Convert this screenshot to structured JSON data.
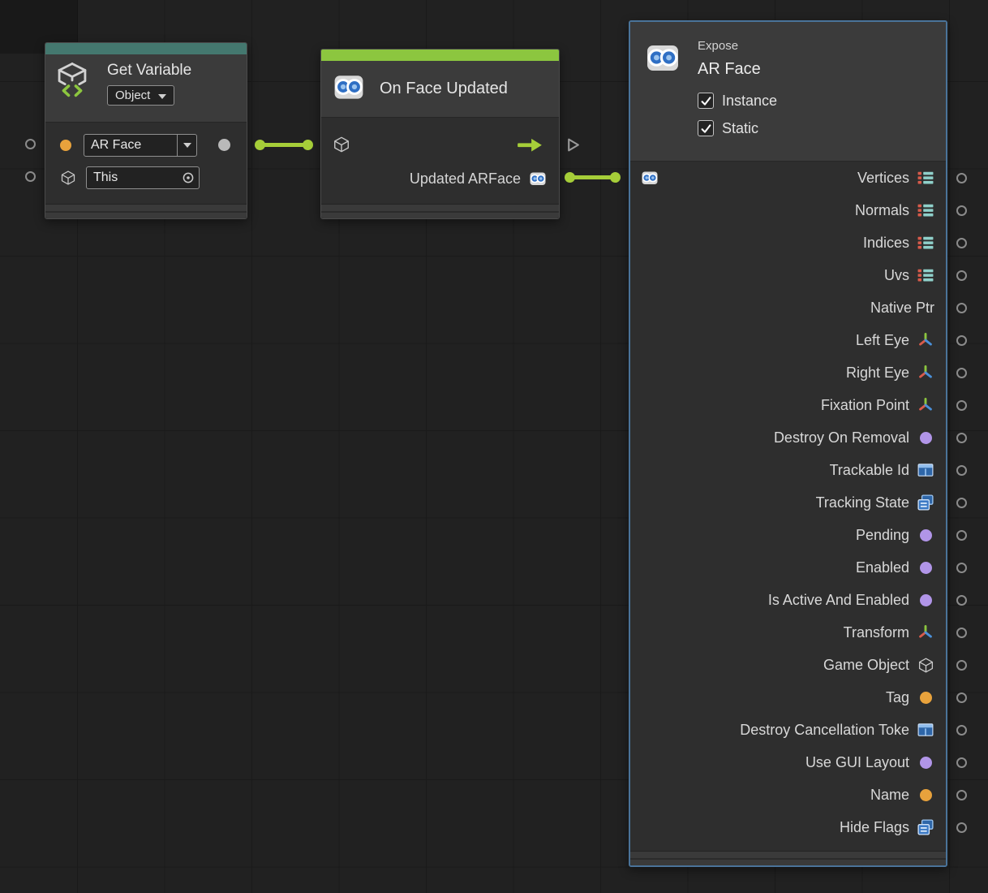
{
  "canvas": {
    "background": "#212121"
  },
  "colors": {
    "wire_green": "#A6CE39",
    "event_strip_green": "#8CC63F",
    "variable_strip_teal": "#44786F",
    "selection_blue": "#4A7399",
    "bool_purple": "#B195E8",
    "string_orange": "#E8A23C"
  },
  "nodes": {
    "get_variable": {
      "title": "Get Variable",
      "kind_label": "Object",
      "icon": "variable-cube-icon",
      "variable_value": "AR Face",
      "target_value": "This"
    },
    "on_face_updated": {
      "title": "On Face Updated",
      "icon": "arface-goggles-icon",
      "output_label": "Updated ARFace"
    },
    "expose": {
      "kind_label": "Expose",
      "title": "AR Face",
      "icon": "arface-goggles-icon",
      "input_icon": "arface-goggles-icon",
      "options": [
        {
          "label": "Instance",
          "checked": true
        },
        {
          "label": "Static",
          "checked": true
        }
      ],
      "outputs": [
        {
          "label": "Vertices",
          "icon": "list-icon"
        },
        {
          "label": "Normals",
          "icon": "list-icon"
        },
        {
          "label": "Indices",
          "icon": "list-icon"
        },
        {
          "label": "Uvs",
          "icon": "list-icon"
        },
        {
          "label": "Native Ptr",
          "icon": ""
        },
        {
          "label": "Left Eye",
          "icon": "transform-icon"
        },
        {
          "label": "Right Eye",
          "icon": "transform-icon"
        },
        {
          "label": "Fixation Point",
          "icon": "transform-icon"
        },
        {
          "label": "Destroy On Removal",
          "icon": "bool-dot-icon"
        },
        {
          "label": "Trackable Id",
          "icon": "struct-icon"
        },
        {
          "label": "Tracking State",
          "icon": "enum-icon"
        },
        {
          "label": "Pending",
          "icon": "bool-dot-icon"
        },
        {
          "label": "Enabled",
          "icon": "bool-dot-icon"
        },
        {
          "label": "Is Active And Enabled",
          "icon": "bool-dot-icon"
        },
        {
          "label": "Transform",
          "icon": "transform-icon"
        },
        {
          "label": "Game Object",
          "icon": "cube-icon"
        },
        {
          "label": "Tag",
          "icon": "string-dot-icon"
        },
        {
          "label": "Destroy Cancellation Toke",
          "icon": "struct-icon"
        },
        {
          "label": "Use GUI Layout",
          "icon": "bool-dot-icon"
        },
        {
          "label": "Name",
          "icon": "string-dot-icon"
        },
        {
          "label": "Hide Flags",
          "icon": "enum-icon"
        }
      ]
    }
  }
}
